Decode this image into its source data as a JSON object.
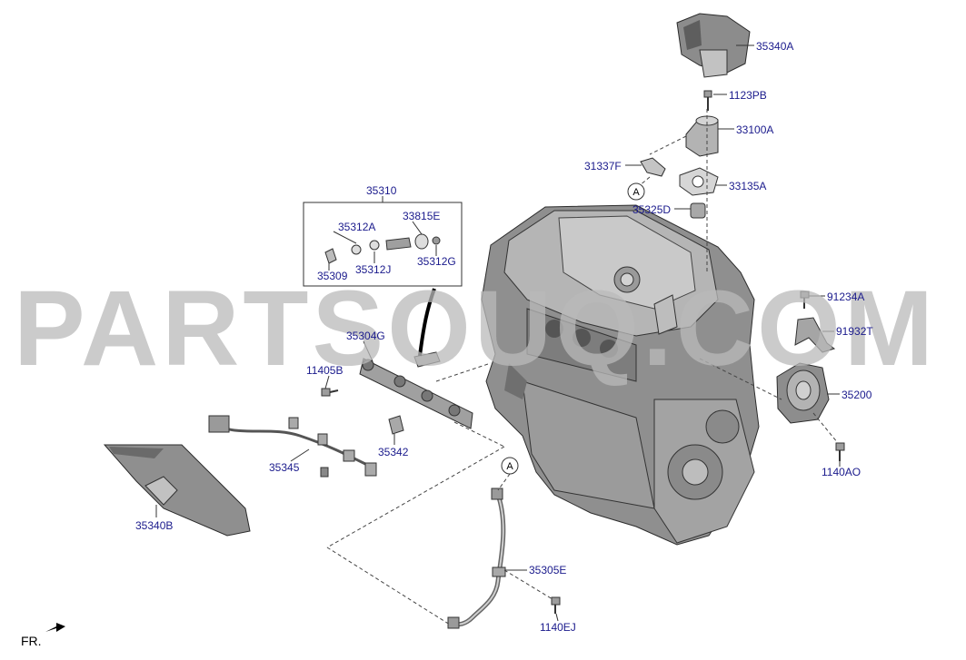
{
  "watermark": "PARTSOUQ.COM",
  "orientation_label": "FR.",
  "ref_marker": "A",
  "colors": {
    "label": "#1a1a8c",
    "part_fill": "#a9a9a9",
    "part_dark": "#6e6e6e",
    "watermark": "#b9b9b9"
  },
  "parts": [
    {
      "id": "p35340A",
      "label": "35340A"
    },
    {
      "id": "p1123PB",
      "label": "1123PB"
    },
    {
      "id": "p33100A",
      "label": "33100A"
    },
    {
      "id": "p31337F",
      "label": "31337F"
    },
    {
      "id": "p33135A",
      "label": "33135A"
    },
    {
      "id": "p35325D",
      "label": "35325D"
    },
    {
      "id": "p35310",
      "label": "35310"
    },
    {
      "id": "p35312A",
      "label": "35312A"
    },
    {
      "id": "p33815E",
      "label": "33815E"
    },
    {
      "id": "p35312J",
      "label": "35312J"
    },
    {
      "id": "p35312G",
      "label": "35312G"
    },
    {
      "id": "p35309",
      "label": "35309"
    },
    {
      "id": "p35304G",
      "label": "35304G"
    },
    {
      "id": "p11405B",
      "label": "11405B"
    },
    {
      "id": "p35342",
      "label": "35342"
    },
    {
      "id": "p35345",
      "label": "35345"
    },
    {
      "id": "p35340B",
      "label": "35340B"
    },
    {
      "id": "p91234A",
      "label": "91234A"
    },
    {
      "id": "p91932T",
      "label": "91932T"
    },
    {
      "id": "p35200",
      "label": "35200"
    },
    {
      "id": "p1140AO",
      "label": "1140AO"
    },
    {
      "id": "p35305E",
      "label": "35305E"
    },
    {
      "id": "p1140EJ",
      "label": "1140EJ"
    }
  ]
}
